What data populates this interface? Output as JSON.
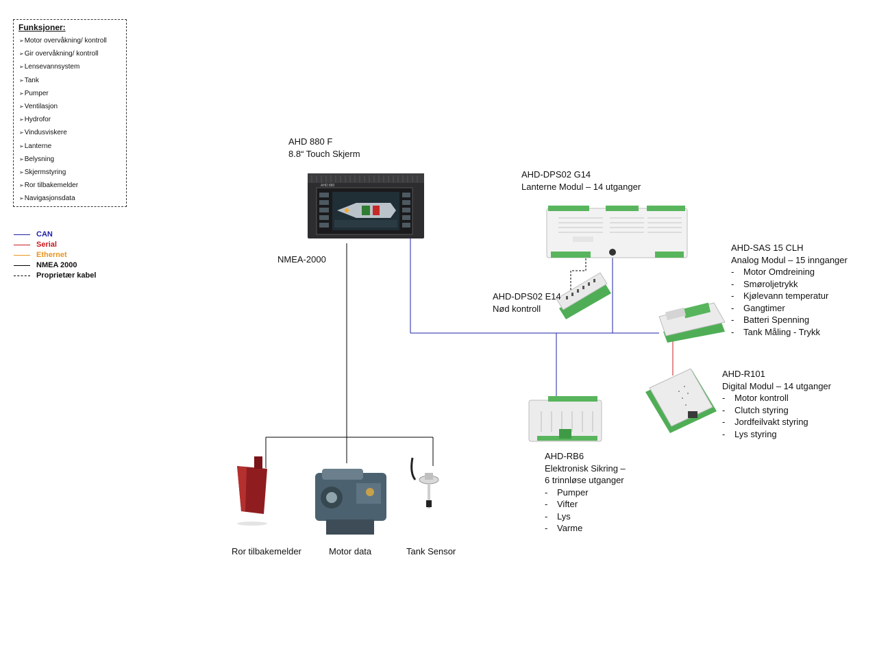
{
  "functions": {
    "title": "Funksjoner:",
    "items": [
      "Motor overvåkning/ kontroll",
      "Gir overvåkning/ kontroll",
      "Lensevannsystem",
      "Tank",
      "Pumper",
      "Ventilasjon",
      "Hydrofor",
      "Vindusviskere",
      "Lanterne",
      "Belysning",
      "Skjermstyring",
      "Ror tilbakemelder",
      "Navigasjonsdata"
    ]
  },
  "legend": [
    {
      "label": "CAN",
      "color": "#1f1fa8",
      "style": "solid"
    },
    {
      "label": "Serial",
      "color": "#c8191e",
      "style": "solid"
    },
    {
      "label": "Ethernet",
      "color": "#e8951e",
      "style": "solid"
    },
    {
      "label": "NMEA 2000",
      "color": "#000000",
      "style": "solid"
    },
    {
      "label": "Proprietær kabel",
      "color": "#000000",
      "style": "dashed"
    }
  ],
  "devices": {
    "ahd880": {
      "name": "AHD 880  F",
      "desc": "8.8“ Touch Skjerm",
      "port": "NMEA-2000"
    },
    "dps02g14": {
      "name": "AHD-DPS02 G14",
      "desc": "Lanterne Modul – 14 utganger"
    },
    "dps02e14": {
      "name": "AHD-DPS02 E14",
      "desc": "Nød kontroll"
    },
    "sas15": {
      "name": "AHD-SAS 15 CLH",
      "desc": "Analog Modul – 15 innganger",
      "items": [
        "Motor Omdreining",
        "Smøroljetrykk",
        "Kjølevann temperatur",
        "Gangtimer",
        "Batteri Spenning",
        "Tank Måling - Trykk"
      ]
    },
    "r101": {
      "name": "AHD-R101",
      "desc": "Digital Modul – 14 utganger",
      "items": [
        "Motor kontroll",
        "Clutch styring",
        "Jordfeilvakt styring",
        "Lys styring"
      ]
    },
    "rb6": {
      "name": "AHD-RB6",
      "desc": "Elektronisk Sikring –",
      "desc2": "6 trinnløse utganger",
      "items": [
        "Pumper",
        "Vifter",
        "Lys",
        "Varme"
      ]
    }
  },
  "sensors": {
    "rudder": "Ror tilbakemelder",
    "engine": "Motor data",
    "tank": "Tank Sensor"
  },
  "display_screen_text": "AHD 880"
}
